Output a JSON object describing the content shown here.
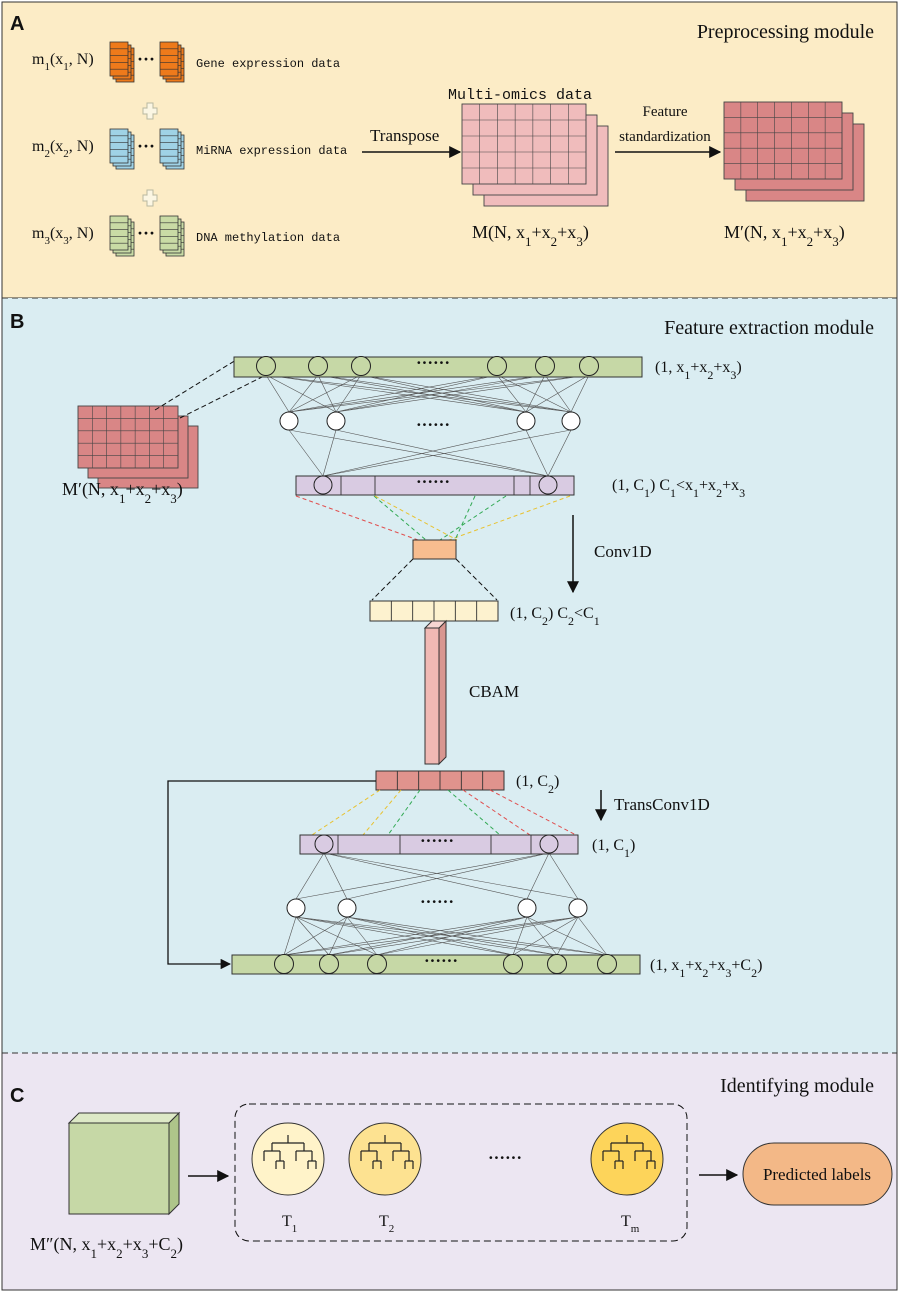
{
  "colors": {
    "panel_a_bg": "#fcecc6",
    "panel_b_bg": "#daedf2",
    "panel_c_bg": "#ece6f2",
    "gene": "#ee7a1b",
    "mirna": "#9fd2e6",
    "methylation": "#c9dba5",
    "multiomics": "#f0bcbc",
    "standardized": "#d98686",
    "green_layer": "#c6d8a6",
    "purple_layer": "#d9cbe2",
    "conv_block": "#f7bd8f",
    "c2_vector": "#fdf2cf",
    "cbam": "#f0b9b4",
    "trans_vector": "#e0938d",
    "pred_label": "#f3b887",
    "tree1": "#fff3c9",
    "tree2": "#fde291",
    "treem": "#fdd45a",
    "conn_red": "#e05050",
    "conn_green": "#33aa55",
    "conn_yellow": "#e8c230"
  },
  "panel_a": {
    "letter": "A",
    "title": "Preprocessing module",
    "inputs": [
      {
        "label_main": "m",
        "label_sub": "1",
        "label_rest_a": "(x",
        "label_rest_sub": "1",
        "label_rest_b": ", N)",
        "name": "Gene expression data",
        "icon": "gene-stack-icon"
      },
      {
        "label_main": "m",
        "label_sub": "2",
        "label_rest_a": "(x",
        "label_rest_sub": "2",
        "label_rest_b": ", N)",
        "name": "MiRNA expression data",
        "icon": "mirna-stack-icon"
      },
      {
        "label_main": "m",
        "label_sub": "3",
        "label_rest_a": "(x",
        "label_rest_sub": "3",
        "label_rest_b": ", N)",
        "name": "DNA methylation data",
        "icon": "methylation-stack-icon"
      }
    ],
    "ellipsis": "···",
    "transpose_label": "Transpose",
    "multiomics_title": "Multi-omics data",
    "feature_std_line1": "Feature",
    "feature_std_line2": "standardization",
    "m_formula": {
      "a": "M(N, x",
      "s1": "1",
      "b": "+x",
      "s2": "2",
      "c": "+x",
      "s3": "3",
      "d": ")"
    },
    "mprime_formula": {
      "a": "M′(N, x",
      "s1": "1",
      "b": "+x",
      "s2": "2",
      "c": "+x",
      "s3": "3",
      "d": ")"
    }
  },
  "panel_b": {
    "letter": "B",
    "title": "Feature extraction module",
    "mprime_formula": {
      "a": "M′(N, x",
      "s1": "1",
      "b": "+x",
      "s2": "2",
      "c": "+x",
      "s3": "3",
      "d": ")"
    },
    "input_dim": {
      "a": "(1, x",
      "s1": "1",
      "b": "+x",
      "s2": "2",
      "c": "+x",
      "s3": "3",
      "d": ")"
    },
    "c1_dim": {
      "a": "(1, C",
      "s1": "1",
      "b": ")  C",
      "s2": "1",
      "c": "<x",
      "s3": "1",
      "d": "+x",
      "s4": "2",
      "e": "+x",
      "s5": "3"
    },
    "c2_dim": {
      "a": "(1, C",
      "s1": "2",
      "b": ")  C",
      "s2": "2",
      "c": "<C",
      "s3": "1"
    },
    "c2_dim_b": {
      "a": "(1, C",
      "s1": "2",
      "b": ")"
    },
    "c1_dim_b": {
      "a": "(1, C",
      "s1": "1",
      "b": ")"
    },
    "out_dim": {
      "a": "(1, x",
      "s1": "1",
      "b": "+x",
      "s2": "2",
      "c": "+x",
      "s3": "3",
      "d": "+C",
      "s4": "2",
      "e": ")"
    },
    "conv_label": "Conv1D",
    "cbam_label": "CBAM",
    "transconv_label": "TransConv1D",
    "dots": "······"
  },
  "panel_c": {
    "letter": "C",
    "title": "Identifying module",
    "mdouble_formula": {
      "a": "M″(N, x",
      "s1": "1",
      "b": "+x",
      "s2": "2",
      "c": "+x",
      "s3": "3",
      "d": "+C",
      "s4": "2",
      "e": ")"
    },
    "trees": [
      {
        "label": "T",
        "sub": "1",
        "icon": "tree-1-icon"
      },
      {
        "label": "T",
        "sub": "2",
        "icon": "tree-2-icon"
      },
      {
        "label": "T",
        "sub": "m",
        "icon": "tree-m-icon"
      }
    ],
    "dots": "······",
    "predicted_label": "Predicted labels"
  }
}
